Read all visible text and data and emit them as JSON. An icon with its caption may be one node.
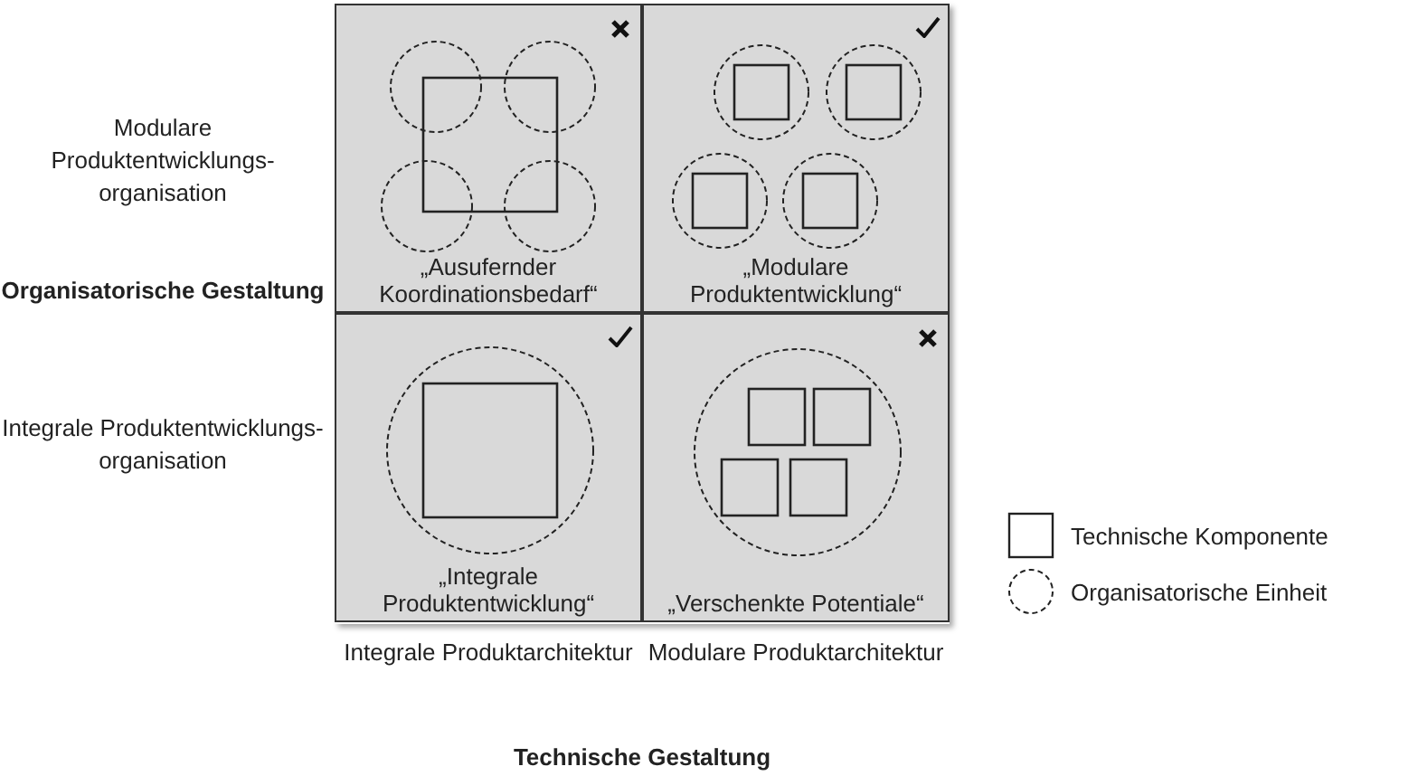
{
  "diagram": {
    "nodes": [
      {
        "text": [
          "„Ausufernder Koordinationsbedarf“"
        ]
      },
      {
        "text": [
          "„Modulare Produktentwicklung“"
        ]
      },
      {
        "text": [
          "„Integrale Produktentwicklung“"
        ]
      },
      {
        "text": [
          "„Verschenkte Potentiale“"
        ]
      }
    ],
    "labels": [
      "Modulare Produktentwicklungs-organisation",
      "Organisatorische Gestaltung",
      "Integrale Produktentwicklungs-organisation",
      "Integrale Produktarchitektur",
      "Modulare Produktarchitektur",
      "Technische Gestaltung"
    ],
    "legend": [
      {
        "text": "Technische Komponente"
      },
      {
        "text": "Organisatorische Einheit"
      }
    ]
  }
}
